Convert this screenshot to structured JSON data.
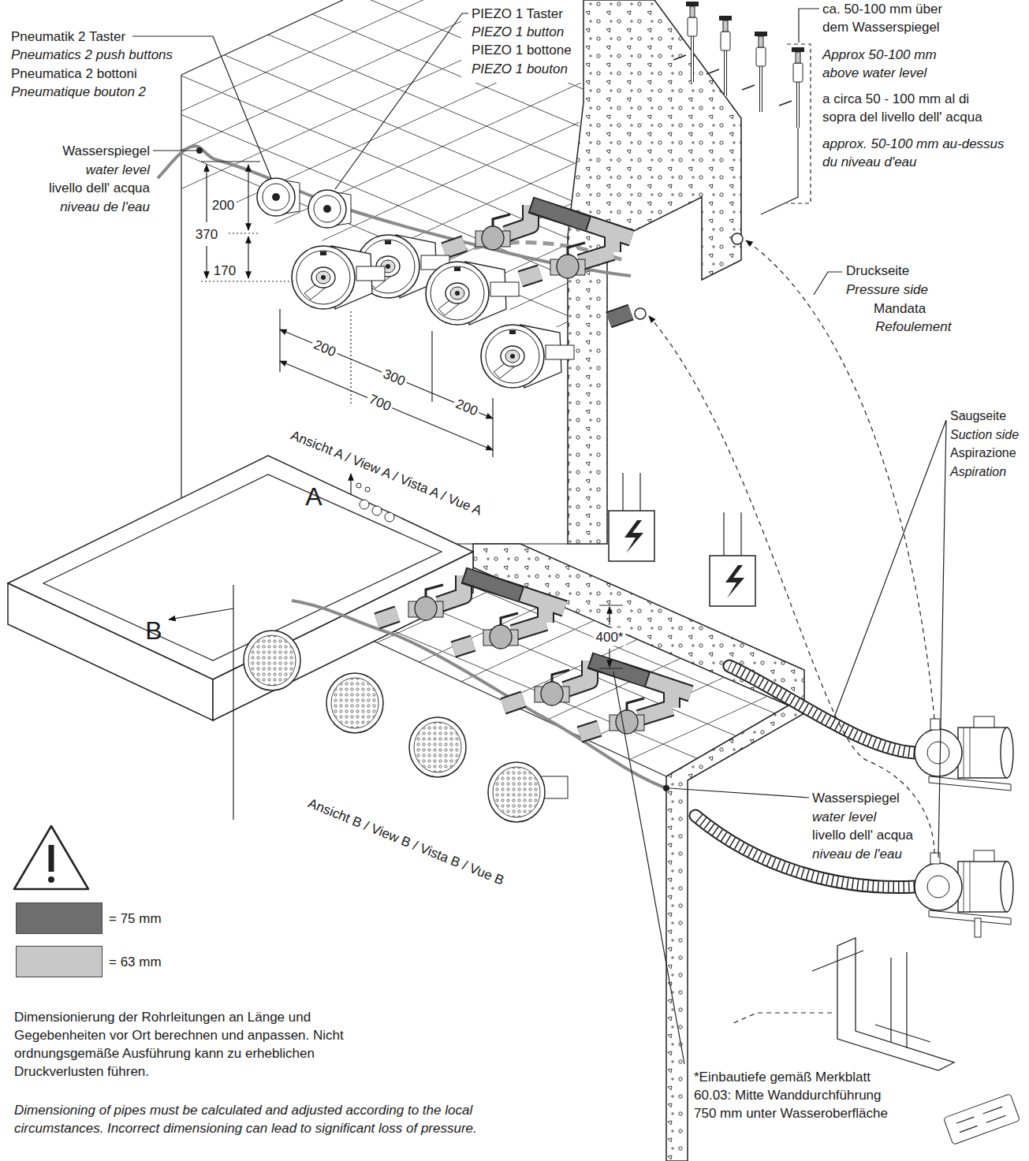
{
  "diagram": {
    "labels": [
      "Pneumatik 2 Taster",
      "Pneumatics 2 push buttons",
      "Pneumatica 2 bottoni",
      "Pneumatique bouton 2",
      "PIEZO 1 Taster",
      "PIEZO 1 button",
      "PIEZO 1 bottone",
      "PIEZO 1 bouton",
      "ca. 50-100 mm über dem Wasserspiegel",
      "Approx 50-100 mm above water level",
      "a circa 50 - 100 mm al di sopra del livello dell' acqua",
      "approx. 50-100 mm au-dessus du niveau d'eau",
      "Wasserspiegel",
      "water level",
      "livello dell' acqua",
      "niveau de l'eau",
      "200",
      "370",
      "170",
      "200",
      "300",
      "200",
      "700",
      "Ansicht A / View A / Vista A / Vue A",
      "Druckseite",
      "Pressure side",
      "Mandata",
      "Refoulement",
      "A",
      "B",
      "Saugseite",
      "Suction side",
      "Aspirazione",
      "Aspiration",
      "Ansicht B / View B / Vista B / Vue B",
      "400*",
      "Wasserspiegel",
      "water level",
      "livello dell' acqua",
      "niveau de l'eau",
      "Dimensionierung der Rohrleitungen an Länge und Gegebenheiten vor Ort berechnen und anpassen. Nicht ordnungsgemäße Ausführung kann zu erheblichen Druckverlusten führen.",
      "Dimensioning of pipes must be calculated and adjusted according to the local circumstances. Incorrect dimensioning can lead to significant loss of pressure.",
      "*Einbautiefe gemäß Merkblatt 60.03: Mitte Wanddurchführung 750 mm unter Wasseroberfläche"
    ],
    "legend": [
      {
        "text": "= 75 mm",
        "color": "#6e6e6e"
      },
      {
        "text": "= 63 mm",
        "color": "#c8c8c8"
      }
    ]
  }
}
